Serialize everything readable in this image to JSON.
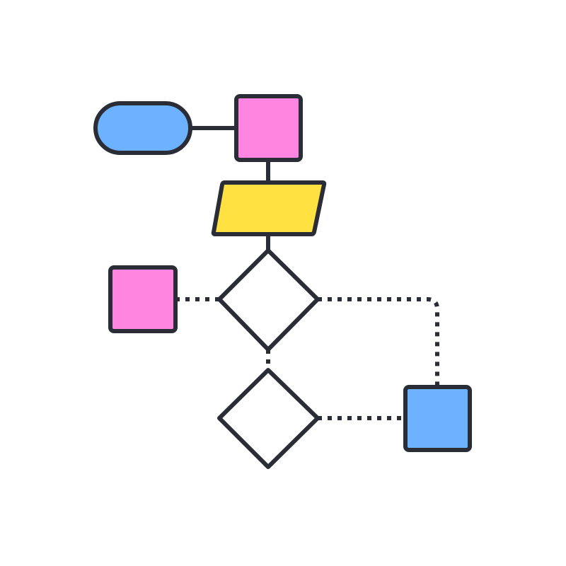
{
  "diagram": {
    "type": "flowchart",
    "title": "",
    "colors": {
      "stroke": "#2b2d36",
      "blue": "#6db2ff",
      "pink": "#ff85e0",
      "yellow": "#ffe141",
      "white": "#ffffff",
      "background": "#ffffff"
    },
    "nodes": [
      {
        "id": "terminator",
        "shape": "pill",
        "fill": "blue",
        "label": ""
      },
      {
        "id": "process-top",
        "shape": "square",
        "fill": "pink",
        "label": ""
      },
      {
        "id": "data-io",
        "shape": "parallelogram",
        "fill": "yellow",
        "label": ""
      },
      {
        "id": "decision-1",
        "shape": "diamond",
        "fill": "white",
        "label": ""
      },
      {
        "id": "process-left",
        "shape": "square",
        "fill": "pink",
        "label": ""
      },
      {
        "id": "decision-2",
        "shape": "diamond",
        "fill": "white",
        "label": ""
      },
      {
        "id": "process-bottom-right",
        "shape": "square",
        "fill": "blue",
        "label": ""
      }
    ],
    "edges": [
      {
        "from": "terminator",
        "to": "process-top",
        "style": "solid"
      },
      {
        "from": "process-top",
        "to": "data-io",
        "style": "solid"
      },
      {
        "from": "data-io",
        "to": "decision-1",
        "style": "solid"
      },
      {
        "from": "decision-1",
        "to": "process-left",
        "style": "dotted"
      },
      {
        "from": "decision-1",
        "to": "decision-2",
        "style": "dotted"
      },
      {
        "from": "decision-1",
        "to": "process-bottom-right",
        "style": "dotted"
      },
      {
        "from": "decision-2",
        "to": "process-bottom-right",
        "style": "dotted"
      }
    ]
  }
}
